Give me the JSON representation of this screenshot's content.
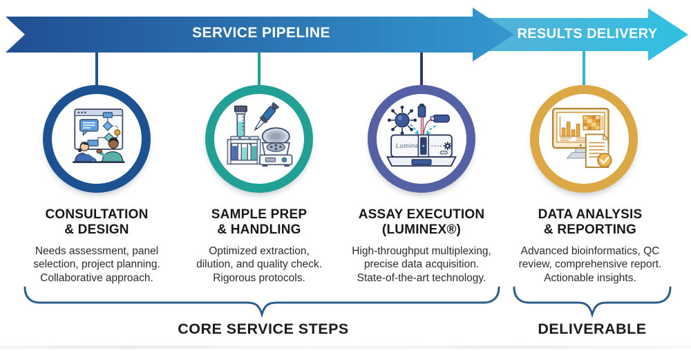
{
  "banner": {
    "service_pipeline_label": "SERVICE PIPELINE",
    "results_delivery_label": "RESULTS DELIVERY"
  },
  "colors": {
    "main_arrow_start": "#214e93",
    "main_arrow_end": "#3498cf",
    "delivery_arrow_start": "#57b1d7",
    "delivery_arrow_end": "#2fc0e2",
    "brace": "#2b5c8a"
  },
  "steps": [
    {
      "title": "CONSULTATION\n& DESIGN",
      "description": "Needs assessment, panel\nselection, project planning.\nCollaborative approach.",
      "ring_color": "#1d5292",
      "connector_color": "#1d5292",
      "icon": "consultation-meeting-icon"
    },
    {
      "title": "SAMPLE PREP\n& HANDLING",
      "description": "Optimized extraction,\ndilution, and quality check.\nRigorous protocols.",
      "ring_color": "#21a195",
      "connector_color": "#21a195",
      "icon": "sample-prep-icon"
    },
    {
      "title": "ASSAY EXECUTION\n(LUMINEX®)",
      "description": "High-throughput multiplexing,\nprecise data acquisition.\nState-of-the-art technology.",
      "ring_color": "#5561a5",
      "connector_color": "#2e3a68",
      "icon": "luminex-instrument-icon",
      "instrument_label": "Luminex"
    },
    {
      "title": "DATA ANALYSIS\n& REPORTING",
      "description": "Advanced bioinformatics, QC\nreview, comprehensive report.\nActionable insights.",
      "ring_color": "#dca745",
      "connector_color": "#2fb6d9",
      "icon": "analysis-report-icon"
    }
  ],
  "footer": {
    "core_label": "CORE SERVICE STEPS",
    "deliverable_label": "DELIVERABLE"
  }
}
